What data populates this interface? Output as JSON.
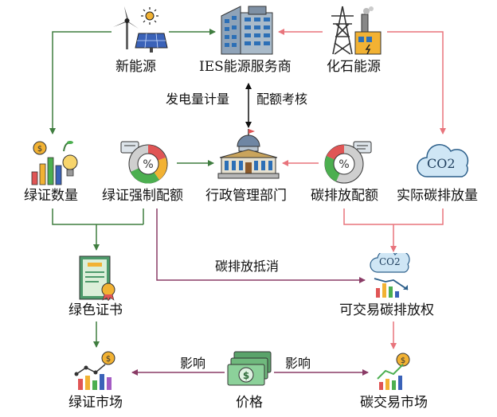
{
  "nodes": {
    "new_energy": "新能源",
    "ies_provider": "IES能源服务商",
    "fossil_energy": "化石能源",
    "green_cert_quantity": "绿证数量",
    "green_cert_quota": "绿证强制配额",
    "admin_dept": "行政管理部门",
    "carbon_quota": "碳排放配额",
    "actual_emissions": "实际碳排放量",
    "green_certificate": "绿色证书",
    "tradable_carbon_rights": "可交易碳排放权",
    "green_cert_market": "绿证市场",
    "price": "价格",
    "carbon_market": "碳交易市场"
  },
  "edge_labels": {
    "metering": "发电量计量",
    "assessment": "配额考核",
    "offset": "碳排放抵消",
    "influence_left": "影响",
    "influence_right": "影响"
  },
  "icon_text": {
    "co2_cloud": "CO2",
    "co2_small": "CO2"
  },
  "colors": {
    "green_arrow": "#3f7d3f",
    "red_arrow": "#e8747c",
    "purple_arrow": "#8a3b66",
    "black_arrow": "#111111"
  }
}
